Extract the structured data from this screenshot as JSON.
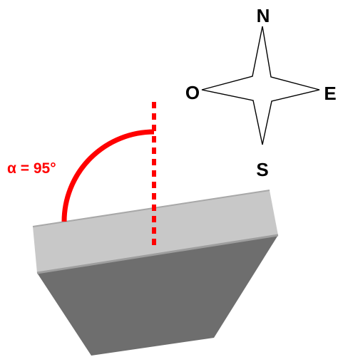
{
  "compass": {
    "north": "N",
    "east": "E",
    "south": "S",
    "west": "O"
  },
  "angle": {
    "label": "α = 95°",
    "value_deg": 95
  },
  "colors": {
    "angle": "#ff0000",
    "slope_top": "#c8c8c8",
    "slope_edge": "#9e9e9e",
    "slope_body": "#6e6e6e",
    "compass_stroke": "#000000"
  }
}
